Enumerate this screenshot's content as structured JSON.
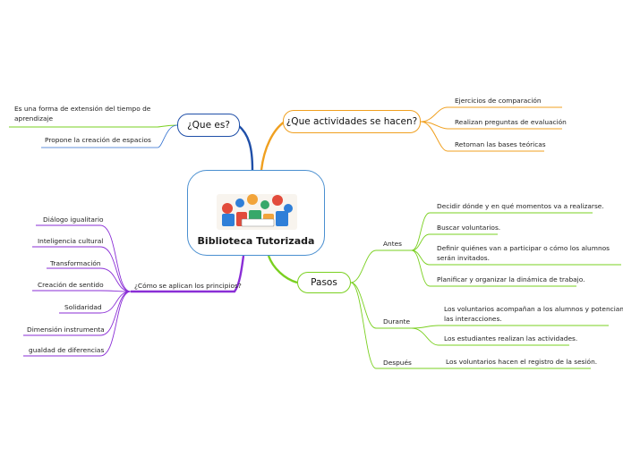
{
  "center": {
    "title": "Biblioteca Tutorizada",
    "image": "students-reading-illustration"
  },
  "colors": {
    "blue": "#1f4fa8",
    "orange": "#f0a020",
    "green": "#7ad020",
    "purple": "#8a2ed6",
    "center_border": "#4a8fd0"
  },
  "que_es": {
    "title": "¿Que es?",
    "items": [
      "Es una forma de extensión del tiempo de",
      "aprendizaje",
      "Propone la creación de espacios"
    ]
  },
  "actividades": {
    "title": "¿Que actividades se hacen?",
    "items": [
      "Ejercicios de comparación",
      "Realizan preguntas de evaluación",
      "Retoman las bases teóricas"
    ]
  },
  "principios": {
    "title": "¿Cómo se aplican los principios?",
    "items": [
      "Diálogo igualitario",
      "Inteligencia cultural",
      "Transformación",
      "Creación de sentido",
      "Solidaridad",
      "Dimensión instrumenta",
      "gualdad de diferencias"
    ]
  },
  "pasos": {
    "title": "Pasos",
    "antes": {
      "label": "Antes",
      "items": [
        "Decidir dónde y en qué momentos va a realizarse.",
        "Buscar voluntarios.",
        "Definir quiénes van a participar o cómo los alumnos",
        "serán invitados.",
        "Planificar y organizar la dinámica de trabajo."
      ]
    },
    "durante": {
      "label": "Durante",
      "items": [
        "Los voluntarios acompañan a los alumnos y potencian",
        "las interacciones.",
        "Los estudiantes realizan las actividades."
      ]
    },
    "despues": {
      "label": "Después",
      "items": [
        "Los voluntarios hacen el registro de la sesión."
      ]
    }
  }
}
